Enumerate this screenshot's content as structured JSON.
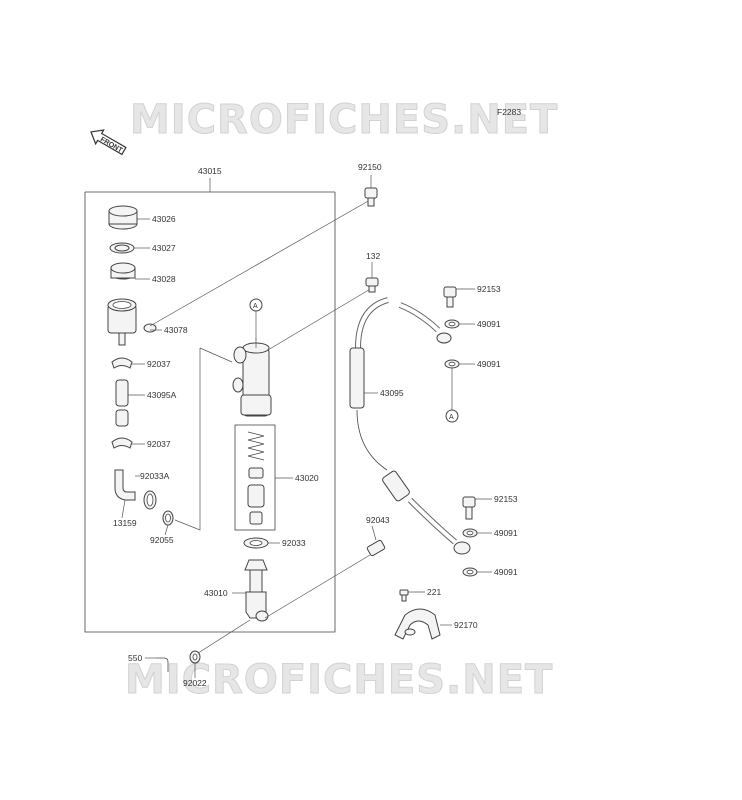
{
  "watermark": {
    "top": "MICROFICHES.NET",
    "bottom": "MICROFICHES.NET"
  },
  "figure_code": "F2283",
  "front_arrow_label": "FRONT",
  "callout_letter": "A",
  "parts": [
    {
      "id": "43015"
    },
    {
      "id": "92150"
    },
    {
      "id": "43026"
    },
    {
      "id": "43027"
    },
    {
      "id": "43028"
    },
    {
      "id": "43078"
    },
    {
      "id": "92037"
    },
    {
      "id": "43095A"
    },
    {
      "id": "92037"
    },
    {
      "id": "92033A"
    },
    {
      "id": "13159"
    },
    {
      "id": "92055"
    },
    {
      "id": "43020"
    },
    {
      "id": "92033"
    },
    {
      "id": "43010"
    },
    {
      "id": "550"
    },
    {
      "id": "92022"
    },
    {
      "id": "132"
    },
    {
      "id": "92153"
    },
    {
      "id": "49091"
    },
    {
      "id": "49091"
    },
    {
      "id": "43095"
    },
    {
      "id": "92153"
    },
    {
      "id": "49091"
    },
    {
      "id": "49091"
    },
    {
      "id": "92043"
    },
    {
      "id": "221"
    },
    {
      "id": "92170"
    }
  ]
}
